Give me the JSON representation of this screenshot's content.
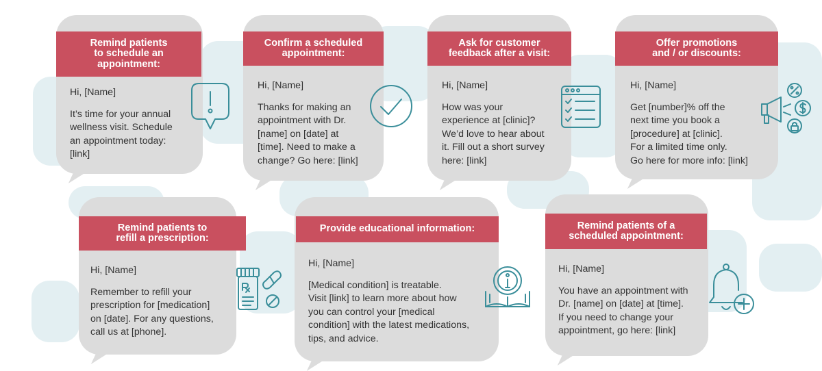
{
  "colors": {
    "banner": "#c9505f",
    "card": "#dcdcdc",
    "icon": "#3a8e9a",
    "bg_bubble": "#e3eff2"
  },
  "cards": [
    {
      "title": "Remind patients\nto schedule an\nappointment:",
      "greeting": "Hi, [Name]",
      "body": "It’s time for your annual\nwellness visit. Schedule\nan appointment today:\n[link]",
      "icon": "alert-bubble-icon"
    },
    {
      "title": "Confirm a scheduled\nappointment:",
      "greeting": "Hi, [Name]",
      "body": "Thanks for making an\nappointment with Dr.\n[name] on [date] at\n[time]. Need to make a\nchange? Go here: [link]",
      "icon": "checkmark-circle-icon"
    },
    {
      "title": "Ask for customer\nfeedback after a visit:",
      "greeting": "Hi, [Name]",
      "body": "How was your\nexperience at [clinic]?\nWe’d love to hear about\nit. Fill out a short survey\nhere: [link]",
      "icon": "checklist-icon"
    },
    {
      "title": "Offer promotions\nand / or discounts:",
      "greeting": "Hi, [Name]",
      "body": "Get [number]% off the\nnext time you book a\n[procedure] at [clinic].\nFor a limited time only.\nGo here for more info: [link]",
      "icon": "megaphone-icon"
    },
    {
      "title": "Remind patients to\nrefill a prescription:",
      "greeting": "Hi, [Name]",
      "body": "Remember to refill your\n prescription for [medication]\non [date]. For any questions,\ncall us at [phone].",
      "icon": "prescription-icon"
    },
    {
      "title": "Provide educational information:",
      "greeting": "Hi, [Name]",
      "body": "[Medical condition] is treatable.\nVisit [link] to learn more about how\nyou can control your [medical\ncondition] with the latest medications,\ntips, and advice.",
      "icon": "info-book-icon"
    },
    {
      "title": "Remind patients of a\nscheduled appointment:",
      "greeting": "Hi, [Name]",
      "body": "You have an appointment with\nDr. [name] on [date] at [time].\nIf you need to change your\nappointment, go here: [link]",
      "icon": "bell-plus-icon"
    }
  ]
}
